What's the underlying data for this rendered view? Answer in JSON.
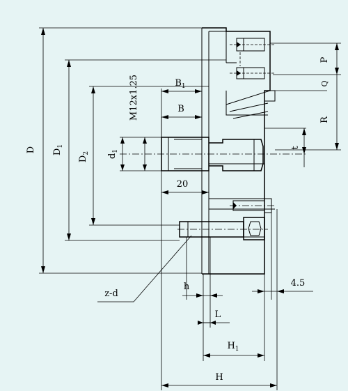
{
  "colors": {
    "background": "#e6f4f4",
    "line": "#000000"
  },
  "labels": {
    "D": "D",
    "D1": "D",
    "D1_sub": "1",
    "D2": "D",
    "D2_sub": "2",
    "d1": "d",
    "d1_sub": "1",
    "B1": "B",
    "B1_sub": "1",
    "B": "B",
    "thread": "M12x1.25",
    "dim20": "20",
    "P": "P",
    "Q": "Q",
    "R": "R",
    "t": "t",
    "dim4_5": "4.5",
    "zd": "z-d",
    "h": "h",
    "L": "L",
    "H1": "H",
    "H1_sub": "1",
    "H": "H"
  }
}
